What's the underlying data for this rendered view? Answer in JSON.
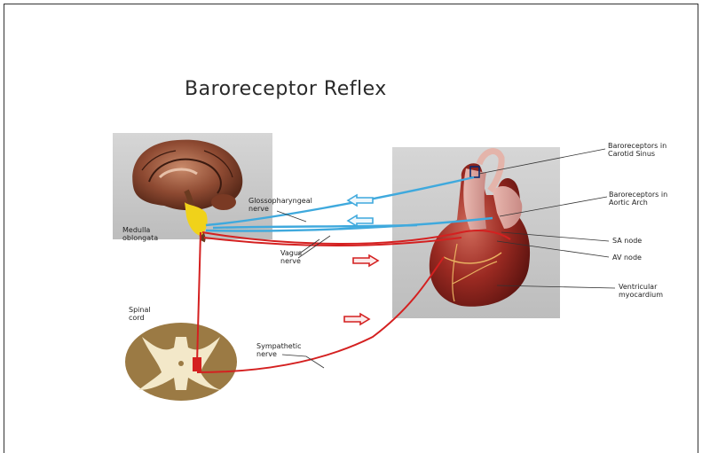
{
  "title": "Baroreceptor Reflex",
  "labels": {
    "medulla": "Medulla\noblongata",
    "glossopharyngeal": "Glossopharyngeal\nnerve",
    "vagus": "Vagus\nnerve",
    "spinal": "Spinal\ncord",
    "sympathetic": "Sympathetic\nnerve",
    "carotid": "Baroreceptors in\nCarotid Sinus",
    "aortic": "Baroreceptors in\nAortic Arch",
    "sa": "SA node",
    "av": "AV node",
    "ventricular": "Ventricular\nmyocardium"
  },
  "colors": {
    "afferent": "#3fa9dd",
    "efferent": "#d42020",
    "leader": "#333333"
  }
}
